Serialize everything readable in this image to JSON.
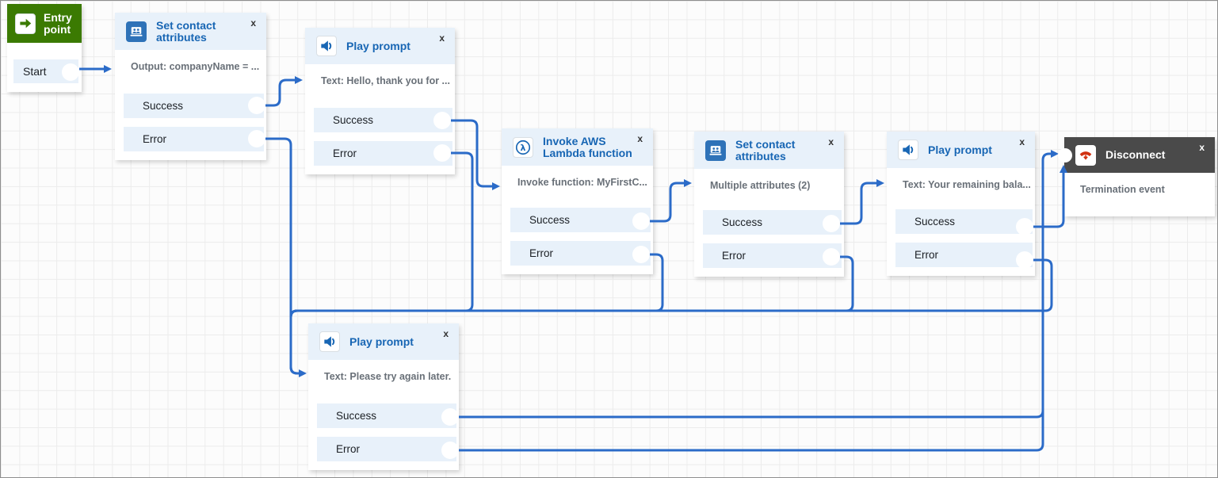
{
  "ui": {
    "close_label": "x"
  },
  "colors": {
    "accent_blue": "#1866b4",
    "wire_blue": "#2b6bc8",
    "block_header_blue": "#e8f1fa",
    "icon_blue": "#2e72b8",
    "entry_green": "#3b7a02",
    "disconnect_gray": "#4a4a4a",
    "disconnect_red": "#d13212"
  },
  "blocks": [
    {
      "title": "Entry point",
      "output_label": "Start",
      "icon": "arrow-right-icon"
    },
    {
      "title": "Set contact attributes",
      "description": "Output: companyName = ...",
      "outputs": [
        "Success",
        "Error"
      ],
      "icon": "contact-attributes-icon"
    },
    {
      "title": "Play prompt",
      "description": "Text: Hello, thank you for ...",
      "outputs": [
        "Success",
        "Error"
      ],
      "icon": "speaker-icon"
    },
    {
      "title": "Invoke AWS Lambda function",
      "description": "Invoke function: MyFirstC...",
      "outputs": [
        "Success",
        "Error"
      ],
      "icon": "lambda-icon"
    },
    {
      "title": "Set contact attributes",
      "description": "Multiple attributes (2)",
      "outputs": [
        "Success",
        "Error"
      ],
      "icon": "contact-attributes-icon"
    },
    {
      "title": "Play prompt",
      "description": "Text: Your remaining bala...",
      "outputs": [
        "Success",
        "Error"
      ],
      "icon": "speaker-icon"
    },
    {
      "title": "Play prompt",
      "description": "Text: Please try again later.",
      "outputs": [
        "Success",
        "Error"
      ],
      "icon": "speaker-icon"
    },
    {
      "title": "Disconnect",
      "description": "Termination event",
      "outputs": [],
      "icon": "phone-hangup-icon"
    }
  ]
}
